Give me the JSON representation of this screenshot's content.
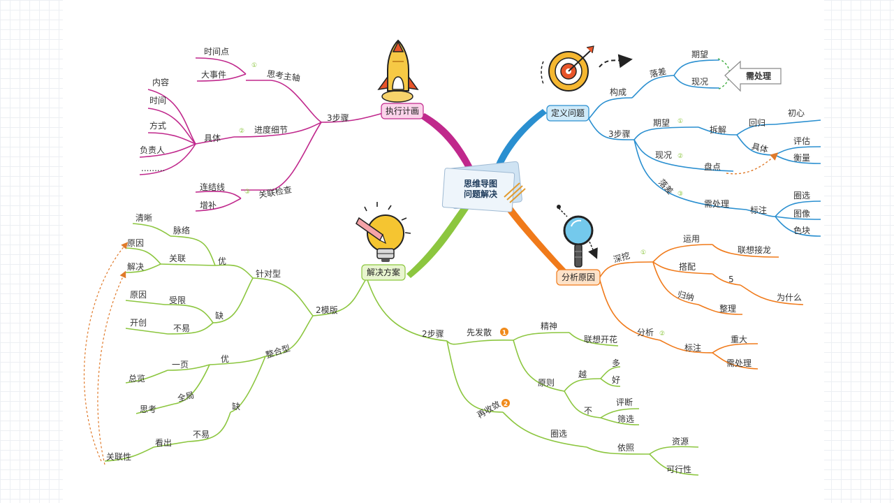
{
  "center": {
    "line1": "思维导图",
    "line2": "问题解决"
  },
  "colors": {
    "plan": "#c0288c",
    "define": "#2a8fd0",
    "solution": "#8cc63f",
    "analyze": "#f07a1a"
  },
  "plan": {
    "title": "执行计画",
    "steps": "3步骤",
    "b1": {
      "num": "①",
      "label": "思考主轴",
      "items": [
        "时间点",
        "大事件"
      ]
    },
    "b2": {
      "num": "②",
      "label": "进度细节",
      "sub": "具体",
      "items": [
        "内容",
        "时间",
        "方式",
        "负责人",
        "........."
      ]
    },
    "b3": {
      "num": "③",
      "label": "关联检查",
      "items": [
        "连结线",
        "增补"
      ]
    }
  },
  "define": {
    "title": "定义问题",
    "compose": "构成",
    "gap": "落差",
    "expect": "期望",
    "current": "现况",
    "todo_badge": "需处理",
    "steps": "3步骤",
    "s1": {
      "num": "①",
      "label": "期望",
      "split": "拆解",
      "return": "回归",
      "origin": "初心",
      "concrete": "具体",
      "eval": "评估",
      "measure": "衡量"
    },
    "s2": {
      "num": "②",
      "label": "现况",
      "inventory": "盘点"
    },
    "s3": {
      "num": "③",
      "label": "落差",
      "todo": "需处理",
      "mark": "标注",
      "items": [
        "圈选",
        "图像",
        "色块"
      ]
    }
  },
  "analyze": {
    "title": "分析原因",
    "dig": {
      "num": "①",
      "label": "深挖",
      "use": "运用",
      "chain": "联想接龙",
      "combine": "搭配",
      "five": "5",
      "why": "为什么",
      "induce": "归纳",
      "organize": "整理"
    },
    "an": {
      "num": "②",
      "label": "分析",
      "mark": "标注",
      "major": "重大",
      "todo": "需处理"
    }
  },
  "solution": {
    "title": "解决方案",
    "templates": "2模版",
    "targeted": {
      "label": "针对型",
      "pro": "优",
      "pro_items": [
        "脉络",
        "关联"
      ],
      "clarity": "清晰",
      "cause": "原因",
      "solve": "解决",
      "con": "缺",
      "con_items": [
        "受限",
        "不易"
      ],
      "cause2": "原因",
      "create": "开创"
    },
    "integrated": {
      "label": "整合型",
      "pro": "优",
      "one_page": "一页",
      "overview": "总览",
      "global": "全局",
      "think": "思考",
      "con": "缺",
      "hard": "不易",
      "see": "看出",
      "relevance": "关联性"
    },
    "steps": "2步骤",
    "diverge": {
      "num": "1",
      "label": "先发散",
      "spirit": "精神",
      "assoc": "联想开花",
      "principle": "原则",
      "more": "越",
      "many": "多",
      "good": "好",
      "no": "不",
      "judge": "评断",
      "filter": "筛选"
    },
    "converge": {
      "num": "2",
      "label": "再收敛",
      "circle": "圈选",
      "basis": "依照",
      "resource": "资源",
      "feasible": "可行性"
    }
  }
}
